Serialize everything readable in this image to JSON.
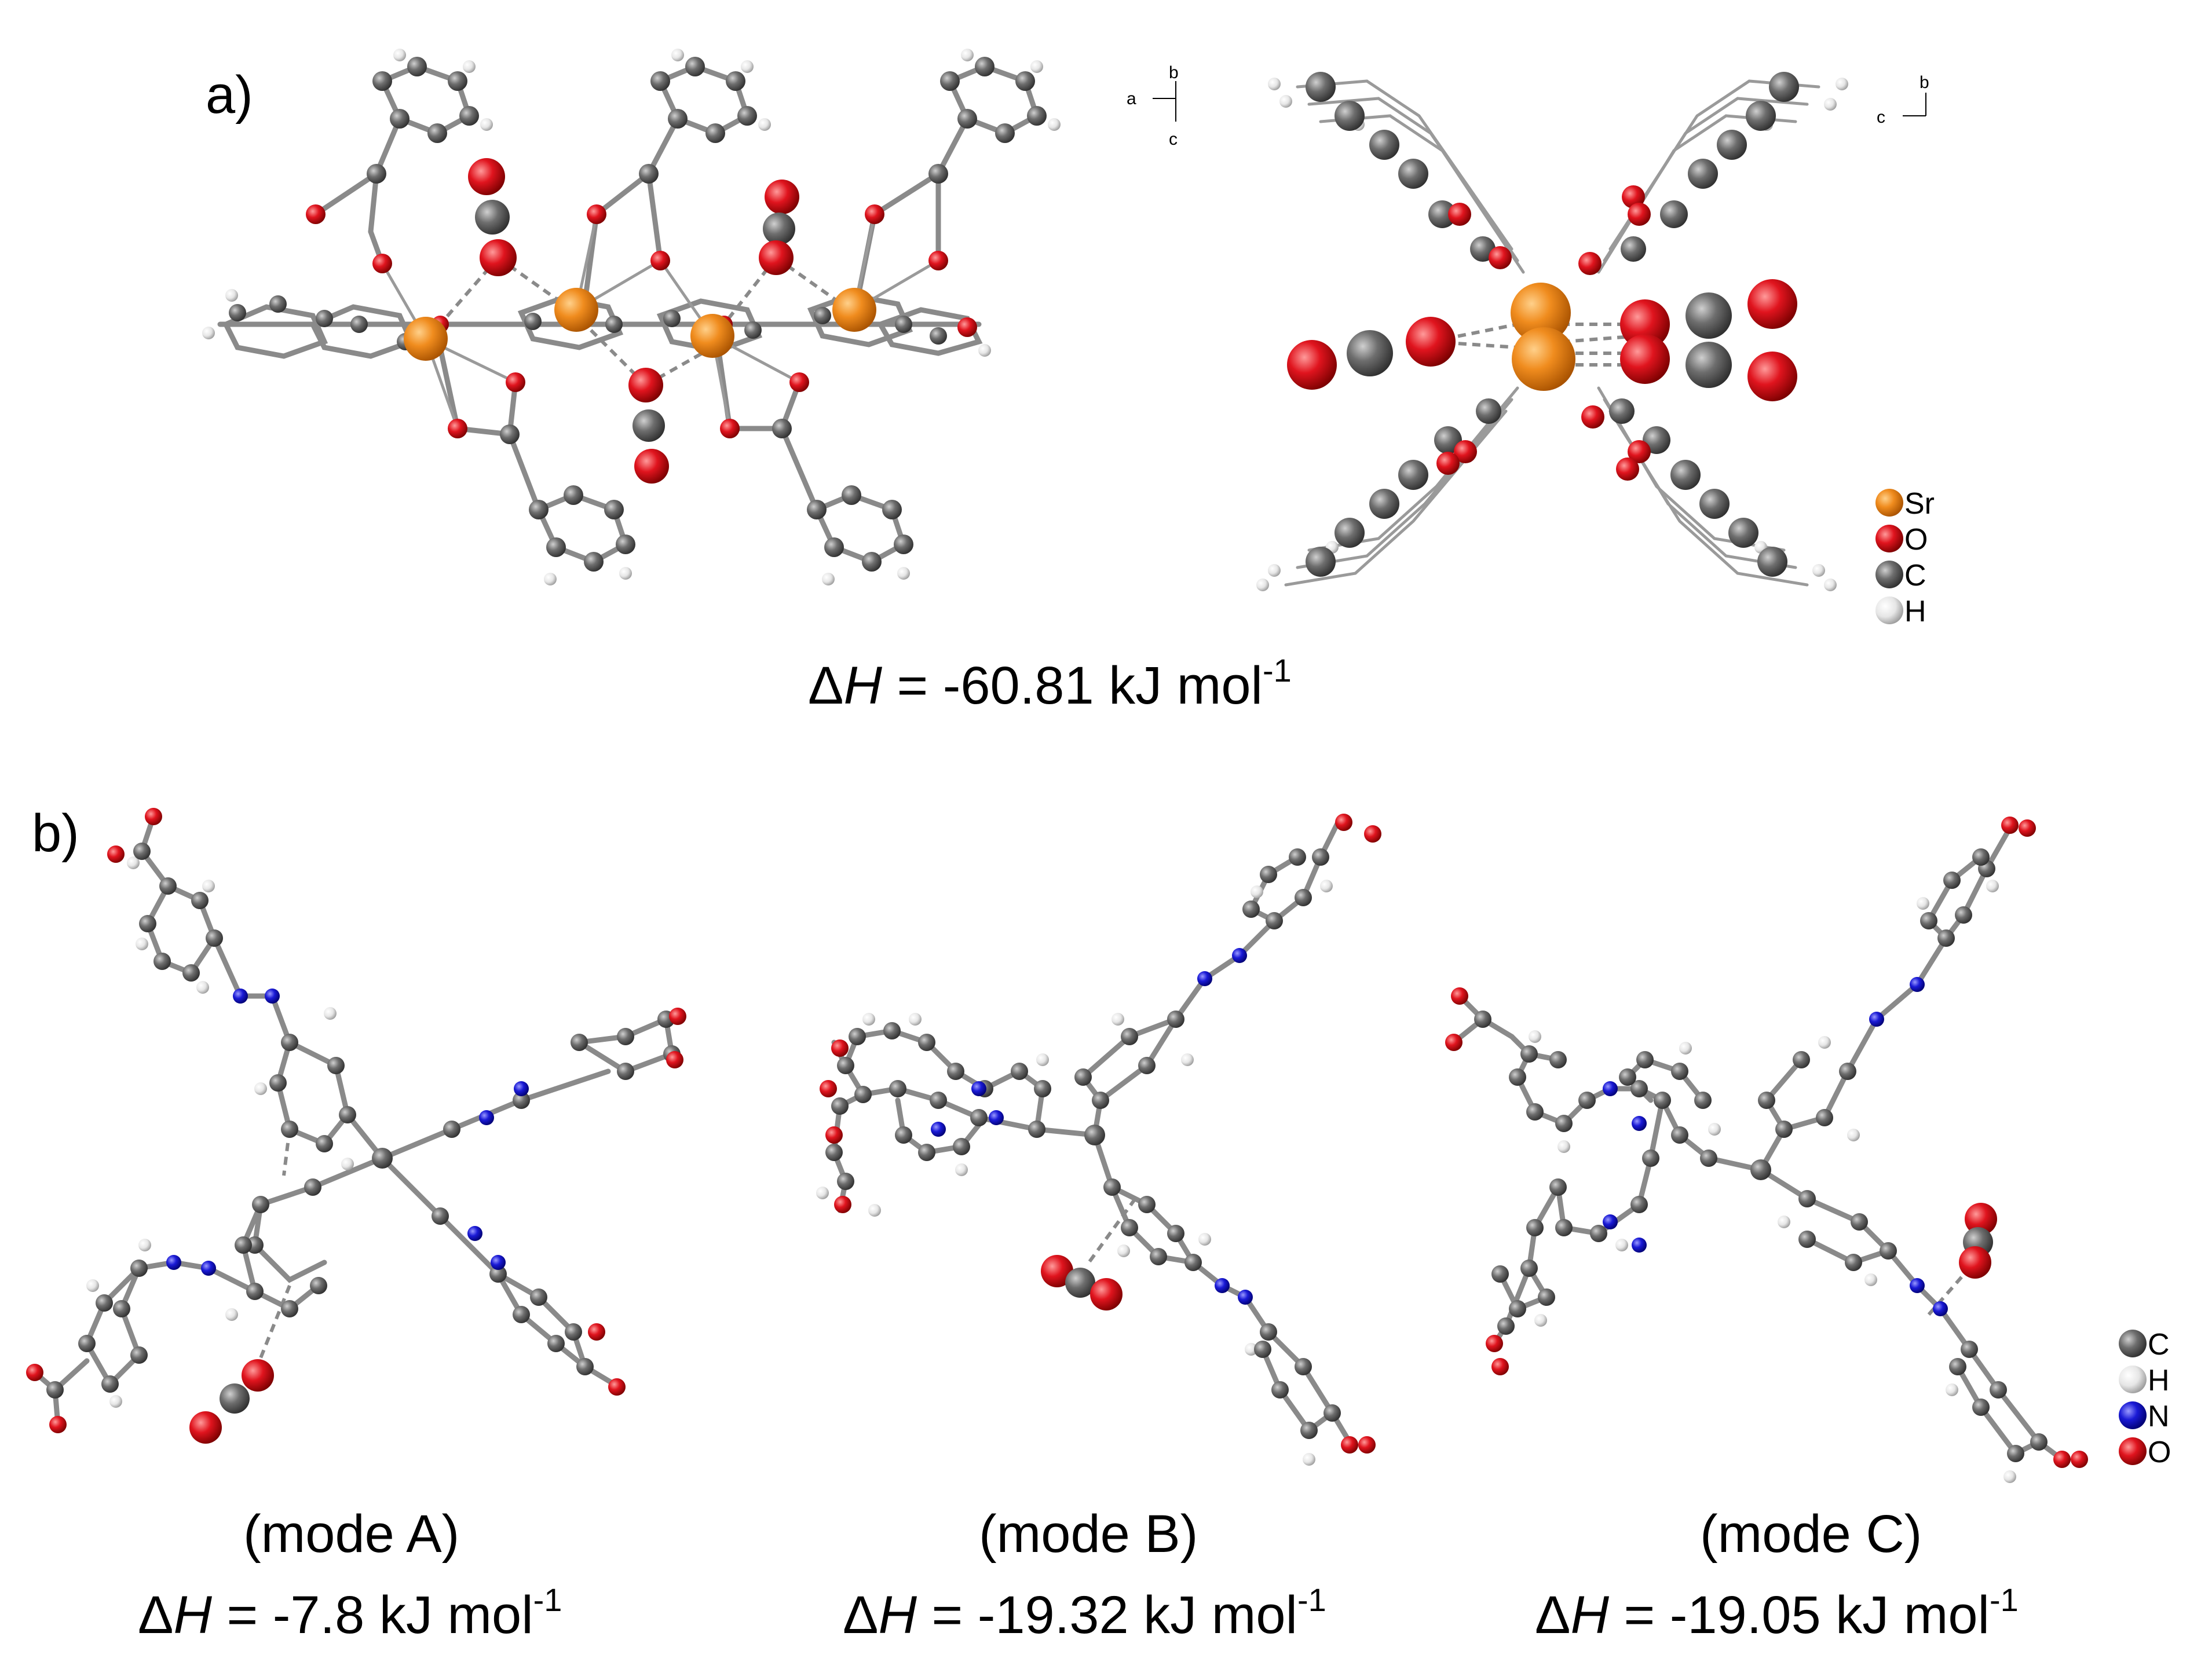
{
  "panel_a": {
    "label": "a)",
    "enthalpy": {
      "delta": "Δ",
      "H": "H",
      "rest": " = -60.81 kJ mol",
      "exp": "-1"
    },
    "axes_left": {
      "a": "a",
      "b": "b",
      "c": "c"
    },
    "axes_right": {
      "b": "b",
      "c": "c"
    },
    "legend": [
      {
        "symbol": "Sr",
        "color": "#f08c1e"
      },
      {
        "symbol": "O",
        "color": "#e0141e"
      },
      {
        "symbol": "C",
        "color": "#6e6e6e"
      },
      {
        "symbol": "H",
        "color": "#e6e6e6"
      }
    ]
  },
  "panel_b": {
    "label": "b)",
    "modes": [
      {
        "name": "(mode A)",
        "enthalpy": {
          "delta": "Δ",
          "H": "H",
          "rest": " = -7.8 kJ mol",
          "exp": "-1"
        }
      },
      {
        "name": "(mode B)",
        "enthalpy": {
          "delta": "Δ",
          "H": "H",
          "rest": " = -19.32 kJ mol",
          "exp": "-1"
        }
      },
      {
        "name": "(mode C)",
        "enthalpy": {
          "delta": "Δ",
          "H": "H",
          "rest": " = -19.05 kJ mol",
          "exp": "-1"
        }
      }
    ],
    "legend": [
      {
        "symbol": "C",
        "color": "#6e6e6e"
      },
      {
        "symbol": "H",
        "color": "#e6e6e6"
      },
      {
        "symbol": "N",
        "color": "#1a1ad6"
      },
      {
        "symbol": "O",
        "color": "#e0141e"
      }
    ]
  },
  "colors": {
    "Sr": "#f08c1e",
    "O": "#e0141e",
    "C": "#6e6e6e",
    "H": "#e6e6e6",
    "N": "#1a1ad6"
  }
}
